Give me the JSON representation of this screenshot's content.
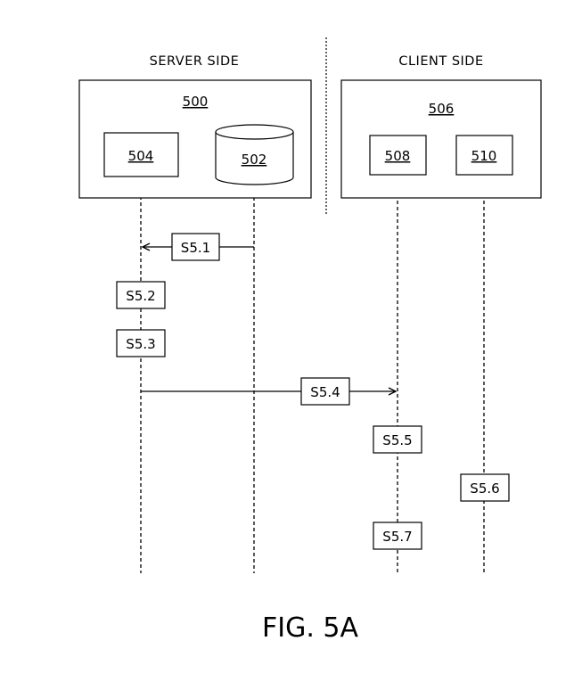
{
  "headings": {
    "server_side": "SERVER SIDE",
    "client_side": "CLIENT SIDE"
  },
  "components": {
    "server": "500",
    "database": "502",
    "server_module": "504",
    "client": "506",
    "client_module_a": "508",
    "client_module_b": "510"
  },
  "steps": {
    "s1": "S5.1",
    "s2": "S5.2",
    "s3": "S5.3",
    "s4": "S5.4",
    "s5": "S5.5",
    "s6": "S5.6",
    "s7": "S5.7"
  },
  "figure_caption": "FIG. 5A"
}
